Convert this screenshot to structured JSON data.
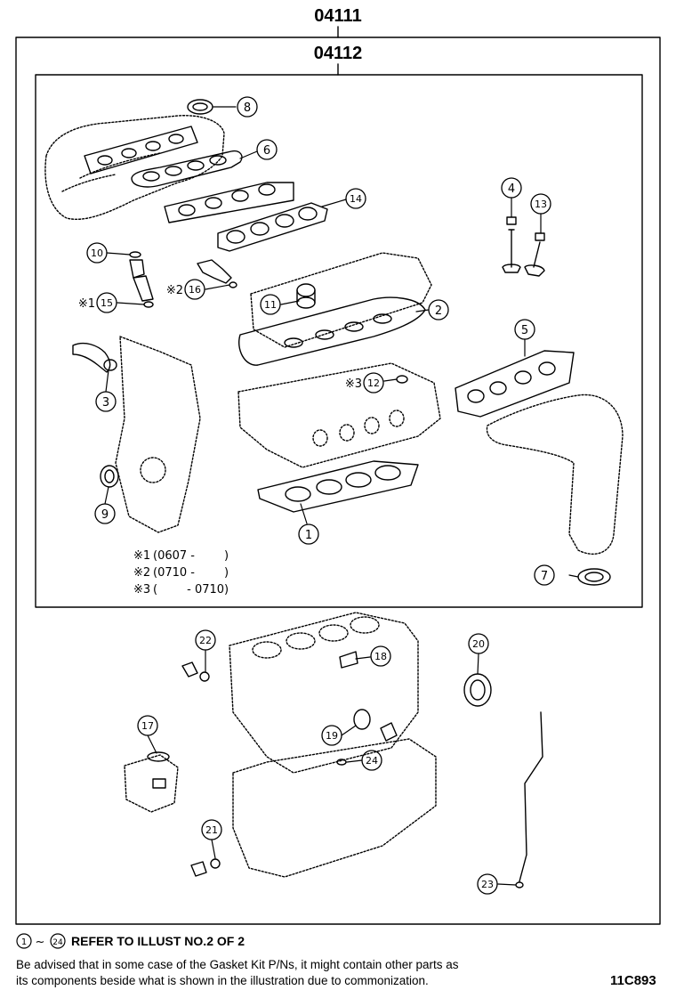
{
  "header": {
    "outer_code": "04111",
    "inner_code": "04112"
  },
  "legend": [
    {
      "mark": "※1",
      "text": "(0607 -        )"
    },
    {
      "mark": "※2",
      "text": "(0710 -        )"
    },
    {
      "mark": "※3",
      "text": "(        - 0710)"
    }
  ],
  "callouts": {
    "c1": "1",
    "c2": "2",
    "c3": "3",
    "c4": "4",
    "c5": "5",
    "c6": "6",
    "c7": "7",
    "c8": "8",
    "c9": "9",
    "c10": "10",
    "c11": "11",
    "c12": "12",
    "c13": "13",
    "c14": "14",
    "c15": "15",
    "c16": "16",
    "c17": "17",
    "c18": "18",
    "c19": "19",
    "c20": "20",
    "c21": "21",
    "c22": "22",
    "c23": "23",
    "c24": "24"
  },
  "marks": {
    "m15": "※1",
    "m16": "※2",
    "m12": "※3"
  },
  "footer": {
    "range_start": "1",
    "range_sep": "~",
    "range_end": "24",
    "refer_text": "REFER TO ILLUST NO.2 OF 2",
    "advisory_line1": "Be advised that in some case of the Gasket Kit P/Ns,  it might contain other parts as",
    "advisory_line2": "its components beside what is shown in the illustration due to commonization.",
    "illustration_code": "11C893"
  }
}
